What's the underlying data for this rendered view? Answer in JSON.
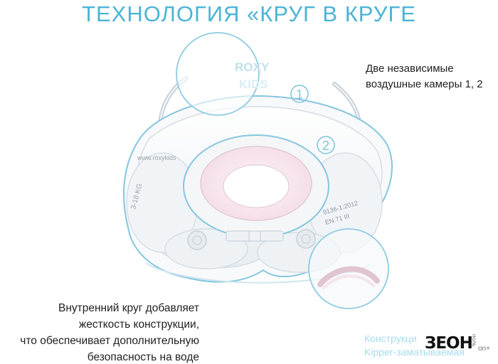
{
  "title": "ТЕХНОЛОГИЯ «КРУГ В КРУГЕ",
  "callouts": {
    "right": [
      "Две независимые",
      "воздушные камеры 1, 2"
    ],
    "left": [
      "Внутренний круг добавляет",
      "жесткость конструкции,",
      "что обеспечивает дополнительную",
      "безопасность на воде"
    ],
    "bottom": [
      "Конструкци",
      "Kipper-заматываемая"
    ]
  },
  "markers": [
    "1",
    "2"
  ],
  "ring_print": {
    "brand_lines": [
      "ROXY",
      "KIDS"
    ],
    "left_side": [
      "3-18 KG",
      "www.roxykids"
    ],
    "right_side": [
      "9136-1:2012",
      "EN 71 III"
    ]
  },
  "watermark": {
    "logo": "ЗЕОН",
    "side": "ноль",
    "url": "on+"
  },
  "colors": {
    "accent": "#4bb4d6",
    "text": "#222222"
  }
}
